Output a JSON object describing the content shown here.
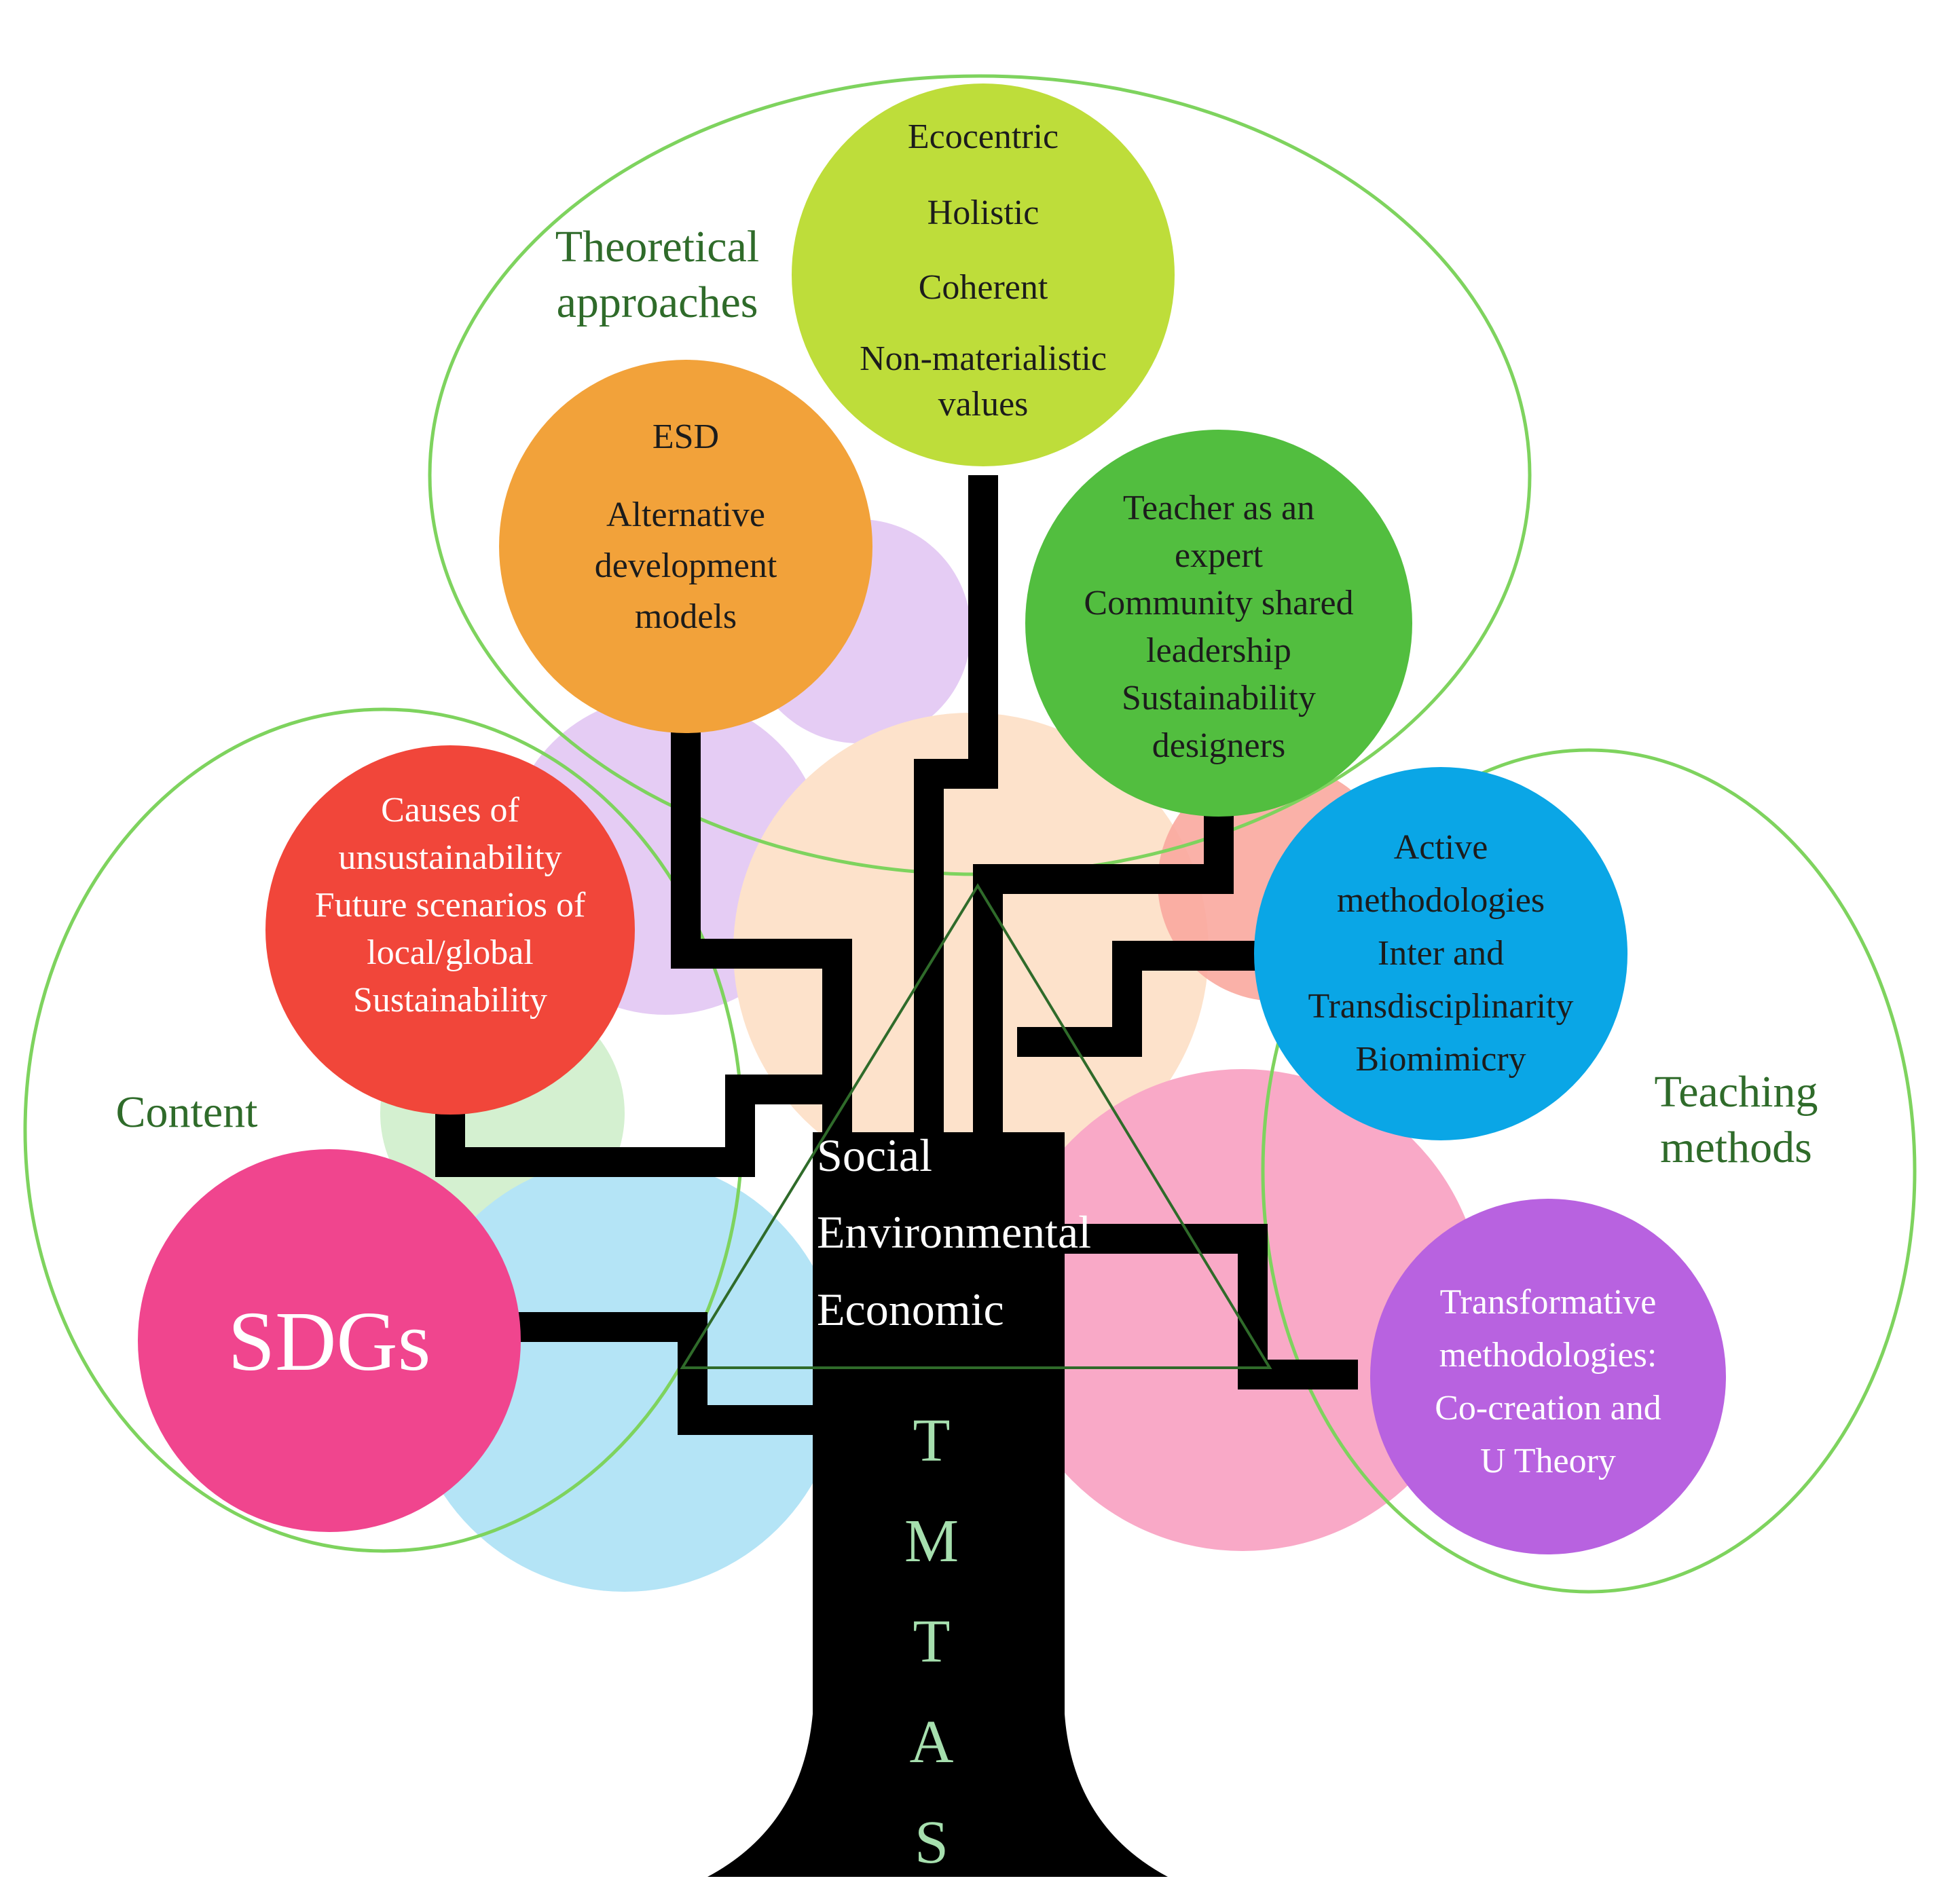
{
  "groups": {
    "theoretical": [
      "Theoretical",
      "approaches"
    ],
    "content": [
      "Content"
    ],
    "teaching": [
      "Teaching",
      "methods"
    ]
  },
  "circles": {
    "ecocentric": {
      "lines": [
        "Ecocentric",
        "Holistic",
        "Coherent",
        "Non-materialistic",
        "values"
      ],
      "fill": "#bedd3a",
      "text": "#1c1c1c"
    },
    "esd": {
      "lines": [
        "ESD",
        "Alternative",
        "development",
        "models"
      ],
      "fill": "#f2a23a",
      "text": "#1c1c1c"
    },
    "teacher": {
      "lines": [
        "Teacher as an",
        "expert",
        "Community shared",
        "leadership",
        "Sustainability",
        "designers"
      ],
      "fill": "#52be3f",
      "text": "#1c1c1c"
    },
    "causes": {
      "lines": [
        "Causes of",
        "unsustainability",
        "Future scenarios of",
        "local/global",
        "Sustainability"
      ],
      "fill": "#f1463a",
      "text": "#ffffff"
    },
    "active": {
      "lines": [
        "Active",
        "methodologies",
        "Inter and",
        "Transdisciplinarity",
        "Biomimicry"
      ],
      "fill": "#0aa6e6",
      "text": "#1c1c1c"
    },
    "sdgs": {
      "lines": [
        "SDGs"
      ],
      "fill": "#f0458e",
      "text": "#ffffff"
    },
    "transformative": {
      "lines": [
        "Transformative",
        "methodologies:",
        "Co-creation and",
        "U Theory"
      ],
      "fill": "#b862e0",
      "text": "#ffffff"
    }
  },
  "pillars": [
    "Social",
    "Environmental",
    "Economic"
  ],
  "trunk_letters": [
    "T",
    "M",
    "T",
    "A",
    "S"
  ],
  "colors": {
    "outline": "#7ed35e",
    "trunk": "#000000",
    "triangle": "#2f6b2a",
    "bg_purple": "#e0c3f2",
    "bg_peach": "#fde2cb",
    "bg_blue": "#b4e4f6",
    "bg_pink": "#f9a9c7",
    "bg_green": "#d4f0d0",
    "bg_salmon": "#f9a89e"
  }
}
